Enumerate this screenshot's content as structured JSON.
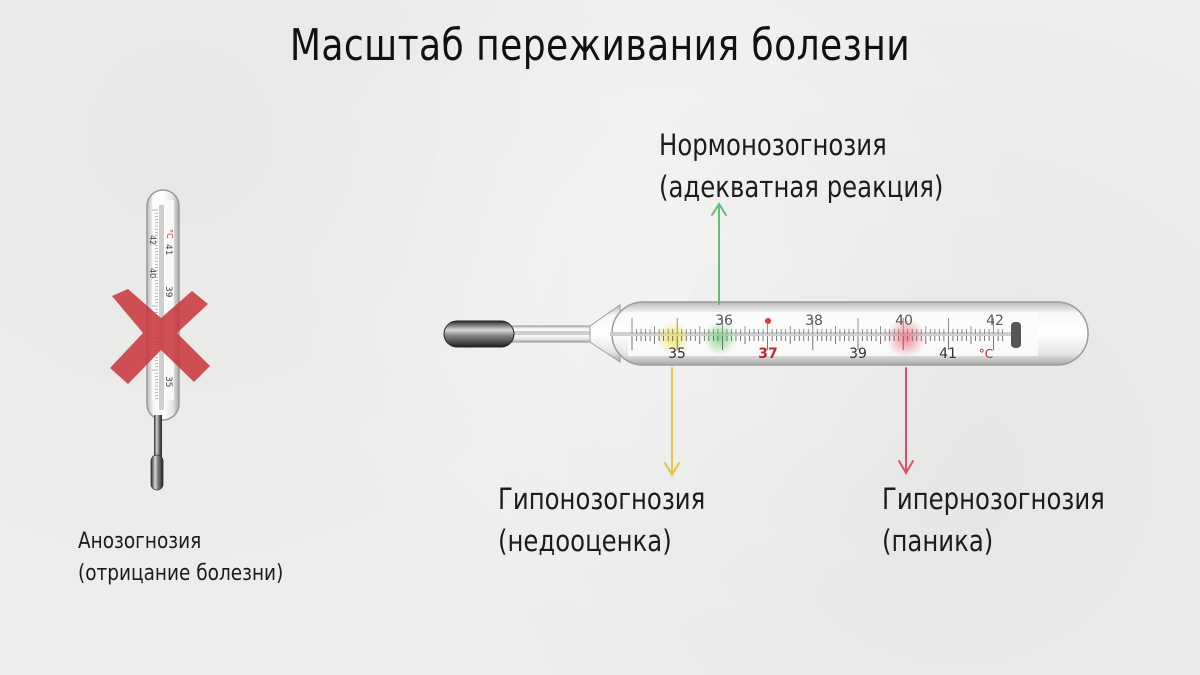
{
  "title": "Масштаб переживания болезни",
  "thermometer": {
    "top_numbers": [
      "36",
      "38",
      "40",
      "42"
    ],
    "bottom_numbers": [
      "35",
      "37",
      "39",
      "41",
      "°C"
    ]
  },
  "small_thermometer": {
    "numbers": [
      "42",
      "41",
      "40",
      "39",
      "35"
    ],
    "unit": "°C"
  },
  "labels": {
    "anosognosia": {
      "name": "Анозогнозия",
      "desc": "(отрицание болезни)"
    },
    "normonosognosia": {
      "name": "Нормонозогнозия",
      "desc": "(адекватная реакция)"
    },
    "hyponosognosia": {
      "name": "Гипонозогнозия",
      "desc": "(недооценка)"
    },
    "hypernosognosia": {
      "name": "Гипернозогнозия",
      "desc": "(паника)"
    }
  },
  "colors": {
    "normal_arrow": "#5fbf78",
    "hypo_arrow": "#e8c24a",
    "hyper_arrow": "#e04f6a",
    "cross": "#c8393f"
  }
}
